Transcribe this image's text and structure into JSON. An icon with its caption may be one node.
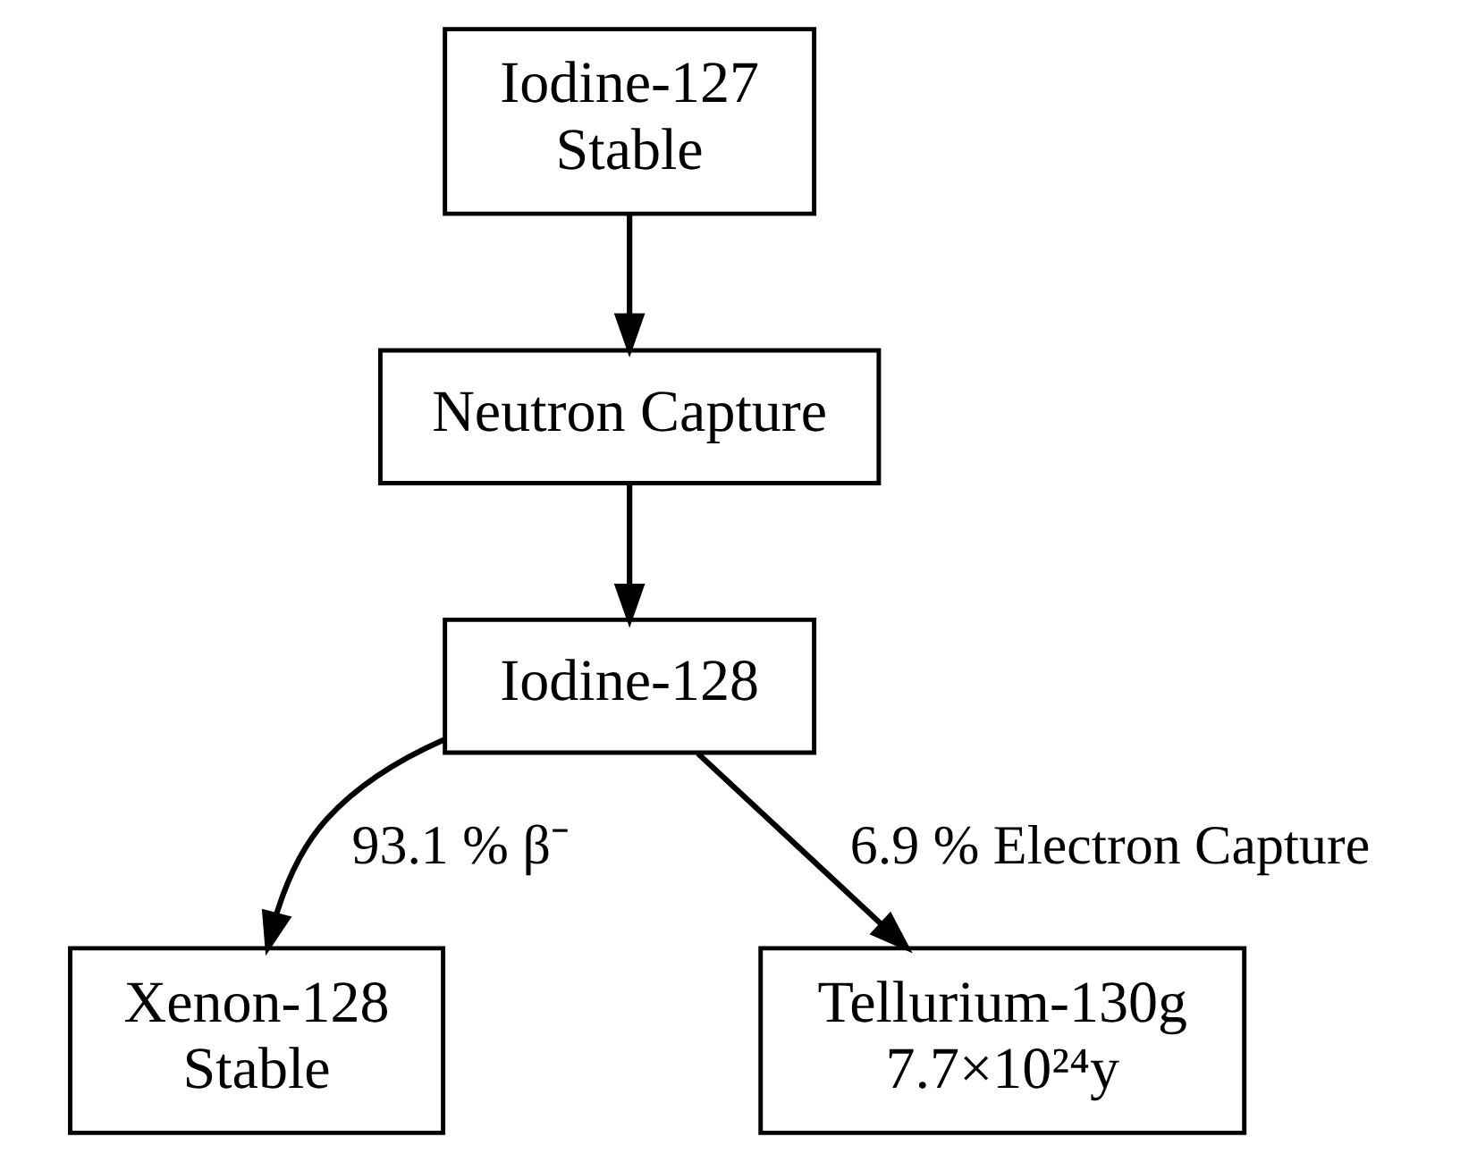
{
  "diagram": {
    "nodes": [
      {
        "text": [
          "Iodine-127",
          "Stable"
        ]
      },
      {
        "text": [
          "Neutron Capture"
        ]
      },
      {
        "text": [
          "Iodine-128"
        ]
      },
      {
        "text": [
          "Xenon-128",
          "Stable"
        ]
      },
      {
        "text": [
          "Tellurium-130g",
          "7.7×10²⁴y"
        ]
      }
    ],
    "edges": [
      {
        "from": 0,
        "to": 1,
        "arrow": "to"
      },
      {
        "from": 1,
        "to": 2,
        "arrow": "to"
      },
      {
        "from": 2,
        "to": 3,
        "arrow": "to",
        "label": "93.1 % β⁻"
      },
      {
        "from": 2,
        "to": 4,
        "arrow": "to",
        "label": "6.9 % Electron Capture"
      }
    ]
  }
}
